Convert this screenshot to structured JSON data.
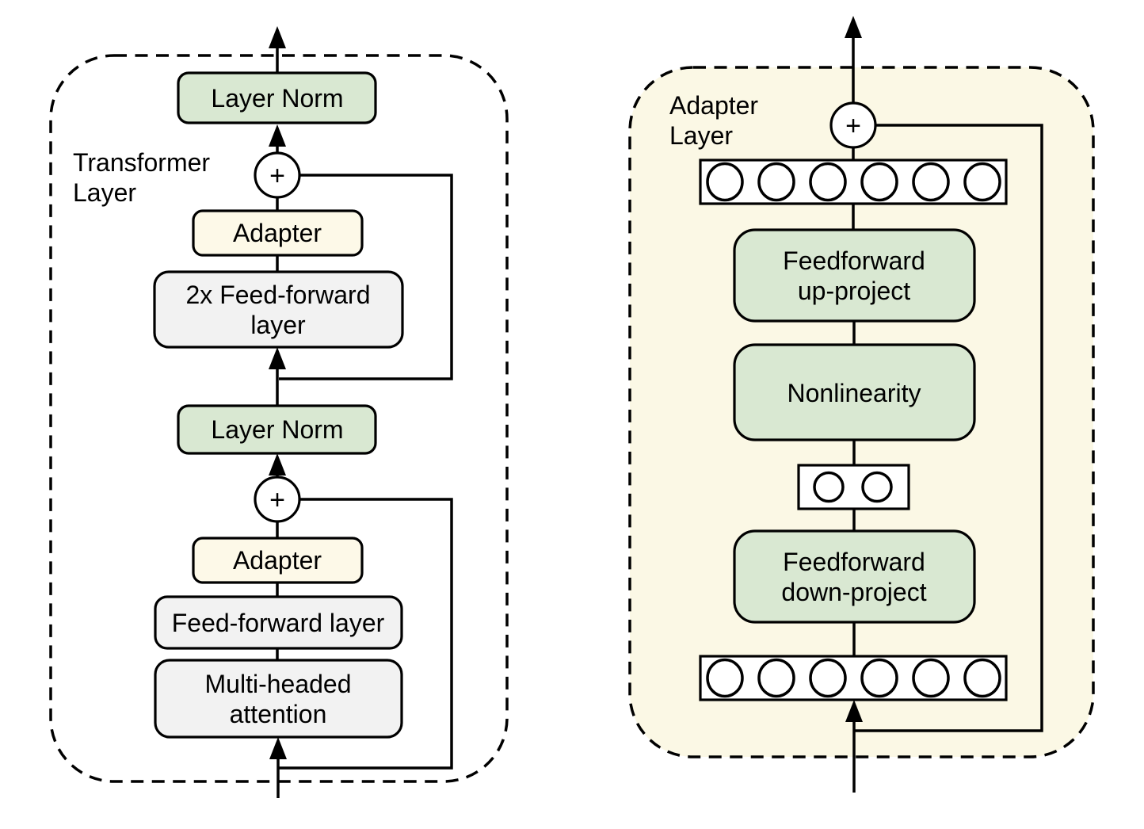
{
  "figure": {
    "description_left_label_line1": "Transformer",
    "description_left_label_line2": "Layer",
    "description_right_label_line1": "Adapter",
    "description_right_label_line2": "Layer"
  },
  "colors": {
    "green": "#d9e8d2",
    "cream": "#fdf9e8",
    "panel": "#fbf8e5",
    "gray": "#f2f2f2",
    "stroke": "#000000"
  },
  "left_panel": {
    "label_line1": "Transformer",
    "label_line2": "Layer",
    "nodes": {
      "layer_norm_top": "Layer Norm",
      "plus_top": "+",
      "adapter_top": "Adapter",
      "feedforward_2x_line1": "2x Feed-forward",
      "feedforward_2x_line2": "layer",
      "layer_norm_bottom": "Layer Norm",
      "plus_bottom": "+",
      "adapter_bottom": "Adapter",
      "feedforward": "Feed-forward layer",
      "attention_line1": "Multi-headed",
      "attention_line2": "attention"
    }
  },
  "right_panel": {
    "label_line1": "Adapter",
    "label_line2": "Layer",
    "nodes": {
      "plus": "+",
      "up_project_line1": "Feedforward",
      "up_project_line2": "up-project",
      "nonlinearity": "Nonlinearity",
      "down_project_line1": "Feedforward",
      "down_project_line2": "down-project"
    },
    "feature_rows": {
      "top_circle_count": 6,
      "bottleneck_circle_count": 2,
      "bottom_circle_count": 6
    }
  }
}
